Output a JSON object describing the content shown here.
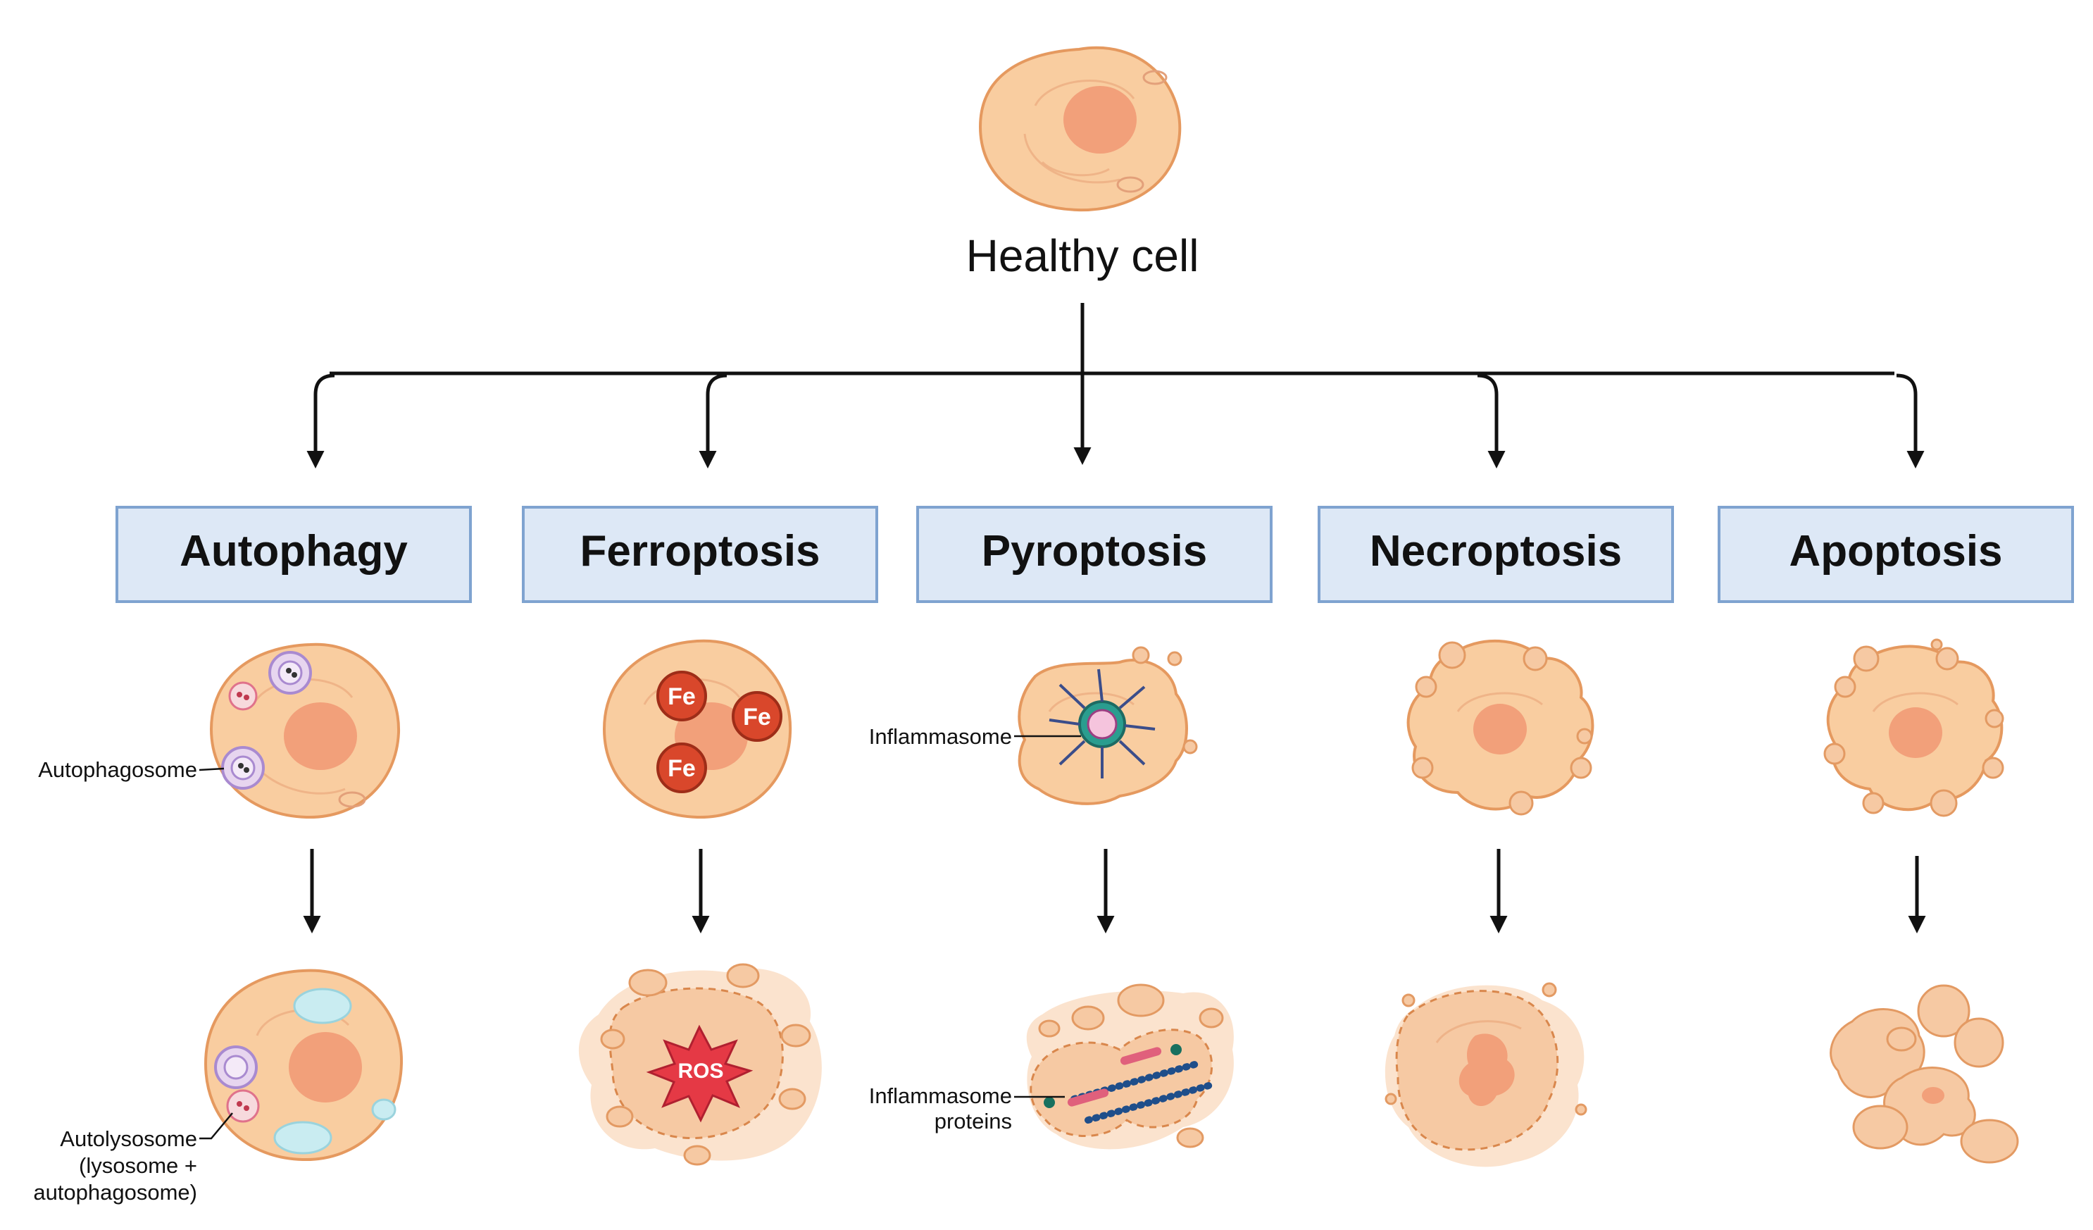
{
  "root": {
    "label": "Healthy cell"
  },
  "pathways": [
    {
      "key": "autophagy",
      "label": "Autophagy"
    },
    {
      "key": "ferroptosis",
      "label": "Ferroptosis"
    },
    {
      "key": "pyroptosis",
      "label": "Pyroptosis"
    },
    {
      "key": "necroptosis",
      "label": "Necroptosis"
    },
    {
      "key": "apoptosis",
      "label": "Apoptosis"
    }
  ],
  "annotations": {
    "autophagosome": "Autophagosome",
    "autolysosome_line1": "Autolysosome",
    "autolysosome_line2": "(lysosome +",
    "autolysosome_line3": "autophagosome)",
    "inflammasome": "Inflammasome",
    "inflammasome_proteins_line1": "Inflammasome",
    "inflammasome_proteins_line2": "proteins",
    "fe": "Fe",
    "ros": "ROS"
  },
  "colors": {
    "cell_fill": "#f9cda0",
    "cell_stroke": "#e5995f",
    "nucleus": "#f2a07a",
    "box_fill": "#dde8f6",
    "box_stroke": "#7fa3d0",
    "iron": "#d9472b",
    "ros": "#e53945"
  }
}
